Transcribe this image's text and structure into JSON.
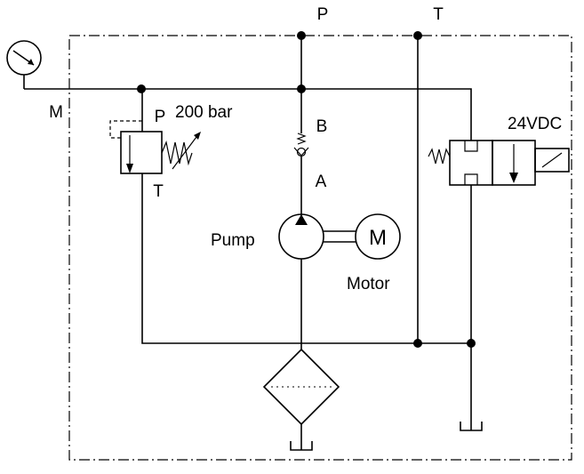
{
  "labels": {
    "port_p": "P",
    "port_t": "T",
    "gauge_port_m": "M",
    "relief_port_p": "P",
    "relief_port_t": "T",
    "relief_setting": "200 bar",
    "check_port_b": "B",
    "check_port_a": "A",
    "pump": "Pump",
    "motor": "Motor",
    "motor_symbol": "M",
    "solenoid_voltage": "24VDC"
  }
}
